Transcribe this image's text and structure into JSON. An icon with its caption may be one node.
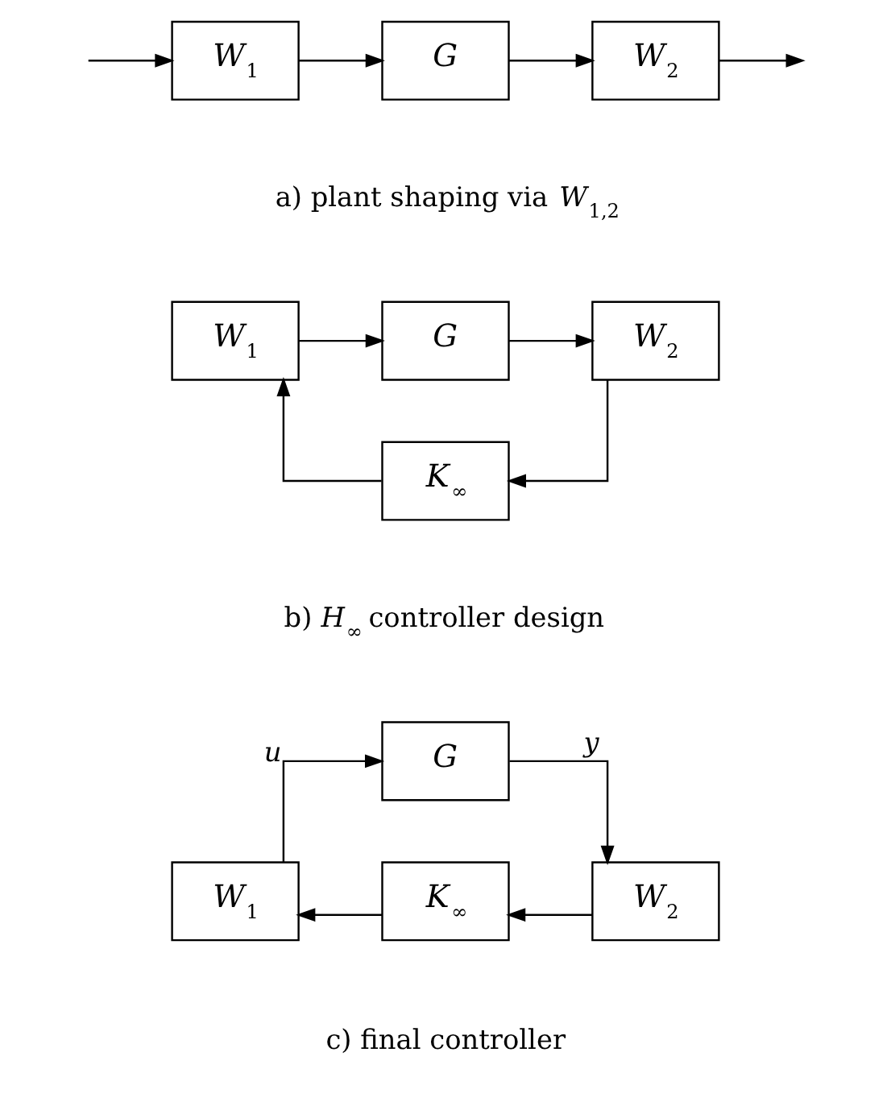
{
  "diagram": {
    "nodes": [
      {
        "text": [
          "*W*$_{1}$"
        ]
      },
      {
        "text": [
          "*G*"
        ]
      },
      {
        "text": [
          "*W*$_{2}$"
        ]
      },
      {
        "text": [
          "*W*$_{1}$"
        ]
      },
      {
        "text": [
          "*G*"
        ]
      },
      {
        "text": [
          "*W*$_{2}$"
        ]
      },
      {
        "text": [
          "*K*$_{∞}$"
        ]
      },
      {
        "text": [
          "*G*"
        ]
      },
      {
        "text": [
          "*W*$_{1}$"
        ]
      },
      {
        "text": [
          "*K*$_{∞}$"
        ]
      },
      {
        "text": [
          "*W*$_{2}$"
        ]
      }
    ],
    "edges": [
      {
        "from": null,
        "to": 0,
        "arrow": "to"
      },
      {
        "from": 0,
        "to": 1,
        "arrow": "to"
      },
      {
        "from": 1,
        "to": 2,
        "arrow": "to"
      },
      {
        "from": 2,
        "to": null,
        "arrow": "to"
      },
      {
        "from": 3,
        "to": 4,
        "arrow": "to"
      },
      {
        "from": 4,
        "to": 5,
        "arrow": "to"
      },
      {
        "from": 5,
        "to": 6,
        "arrow": "to"
      },
      {
        "from": 6,
        "to": 3,
        "arrow": "to"
      },
      {
        "from": 8,
        "to": 7,
        "arrow": "to",
        "label": "*u*"
      },
      {
        "from": 7,
        "to": 10,
        "arrow": "to",
        "label": "*y*"
      },
      {
        "from": 10,
        "to": 9,
        "arrow": "to"
      },
      {
        "from": 9,
        "to": 8,
        "arrow": "to"
      }
    ],
    "labels": [
      "a) plant shaping via *W*$_{1,2}$",
      "b) *H*$_{∞}$ controller design",
      "c) final controller"
    ]
  }
}
